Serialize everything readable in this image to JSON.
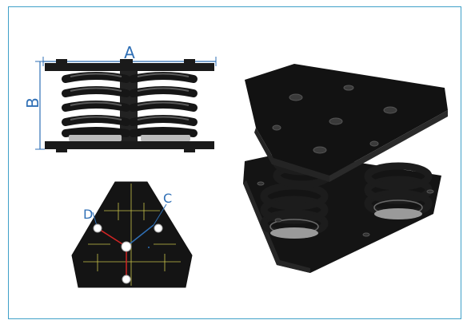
{
  "labels": {
    "width": "A",
    "height": "B",
    "bolt_c": "C",
    "bolt_d": "D"
  },
  "colors": {
    "frame": "#3fa0c8",
    "dimension": "#2f6fb5",
    "body": "#1a1a1a",
    "grid": "#c7c24a",
    "vector": "#d02424"
  }
}
